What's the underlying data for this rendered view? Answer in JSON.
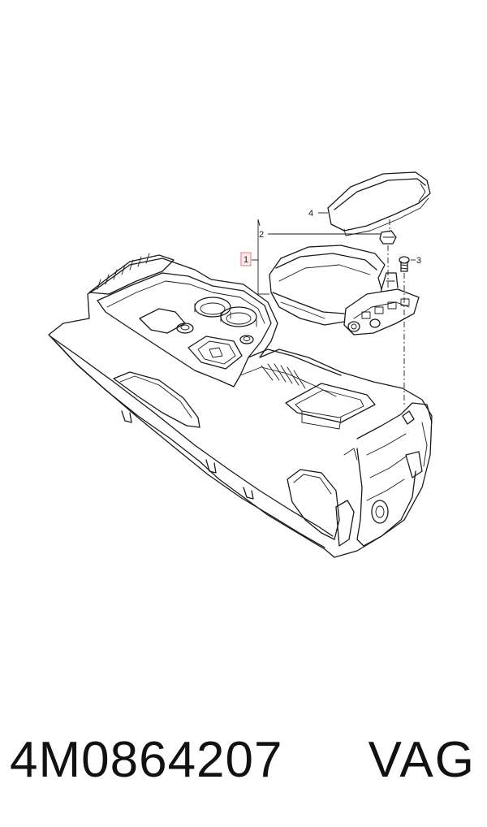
{
  "diagram": {
    "callouts": [
      {
        "id": "1",
        "label": "1",
        "highlighted": true
      },
      {
        "id": "2",
        "label": "2",
        "highlighted": false
      },
      {
        "id": "3",
        "label": "3",
        "highlighted": false
      },
      {
        "id": "4",
        "label": "4",
        "highlighted": false
      }
    ],
    "highlight_color": "#e07a86"
  },
  "footer": {
    "part_number": "4M0864207",
    "brand": "VAG"
  }
}
